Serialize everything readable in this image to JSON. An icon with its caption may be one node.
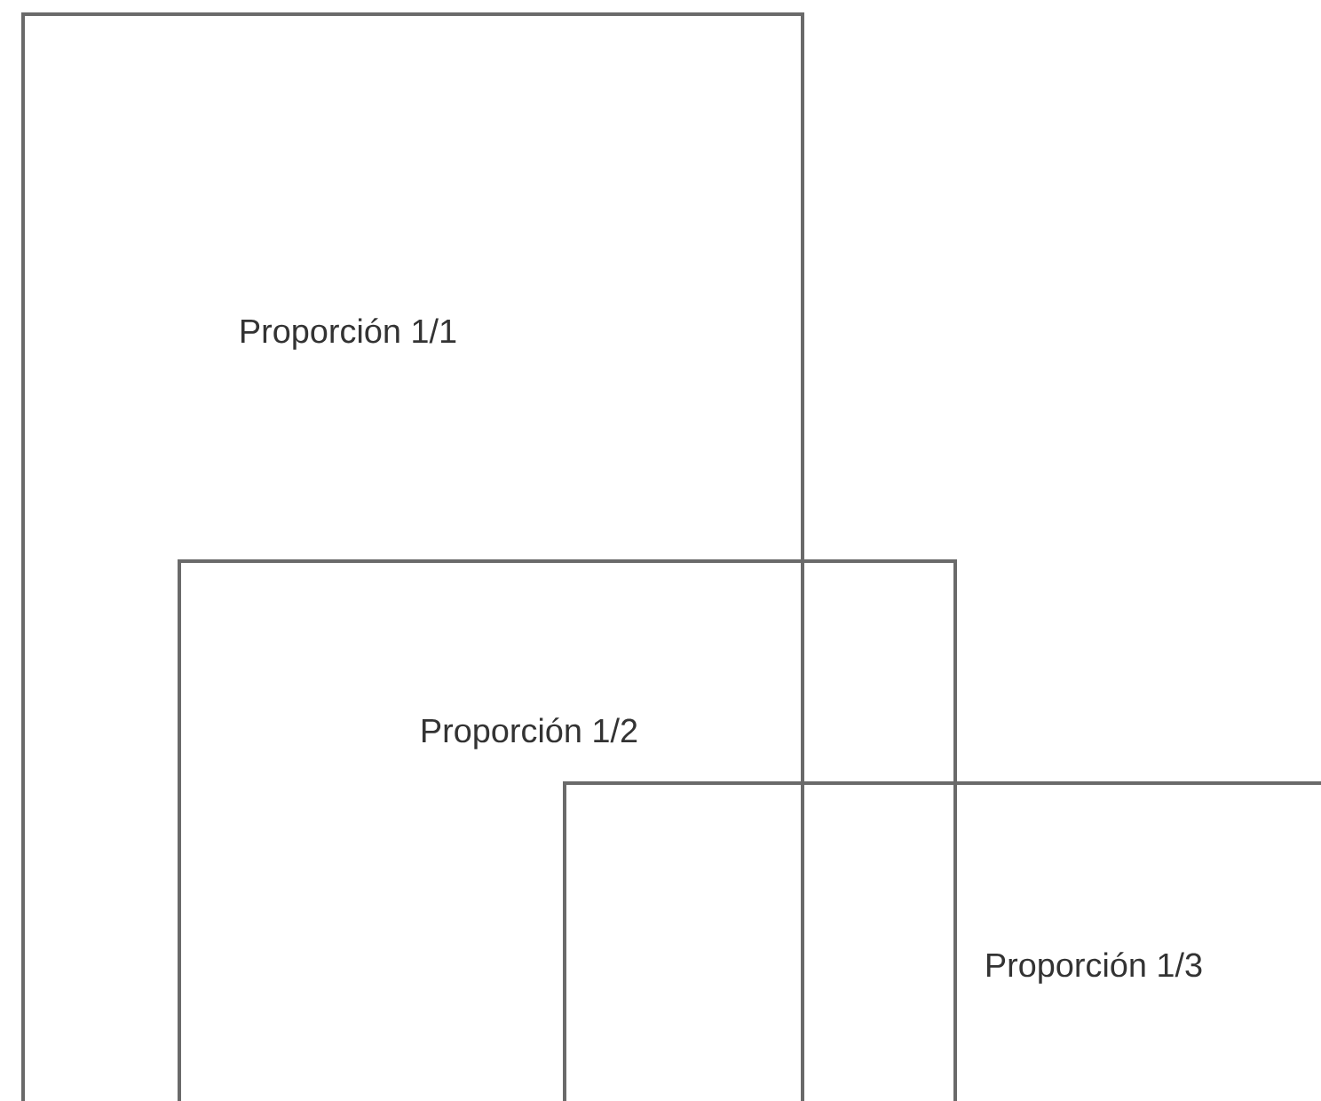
{
  "diagram": {
    "nodes": [
      {
        "text": [
          "Proporción 1/1"
        ]
      },
      {
        "text": [
          "Proporción 1/2"
        ]
      },
      {
        "text": [
          "Proporción 1/3"
        ]
      }
    ]
  }
}
